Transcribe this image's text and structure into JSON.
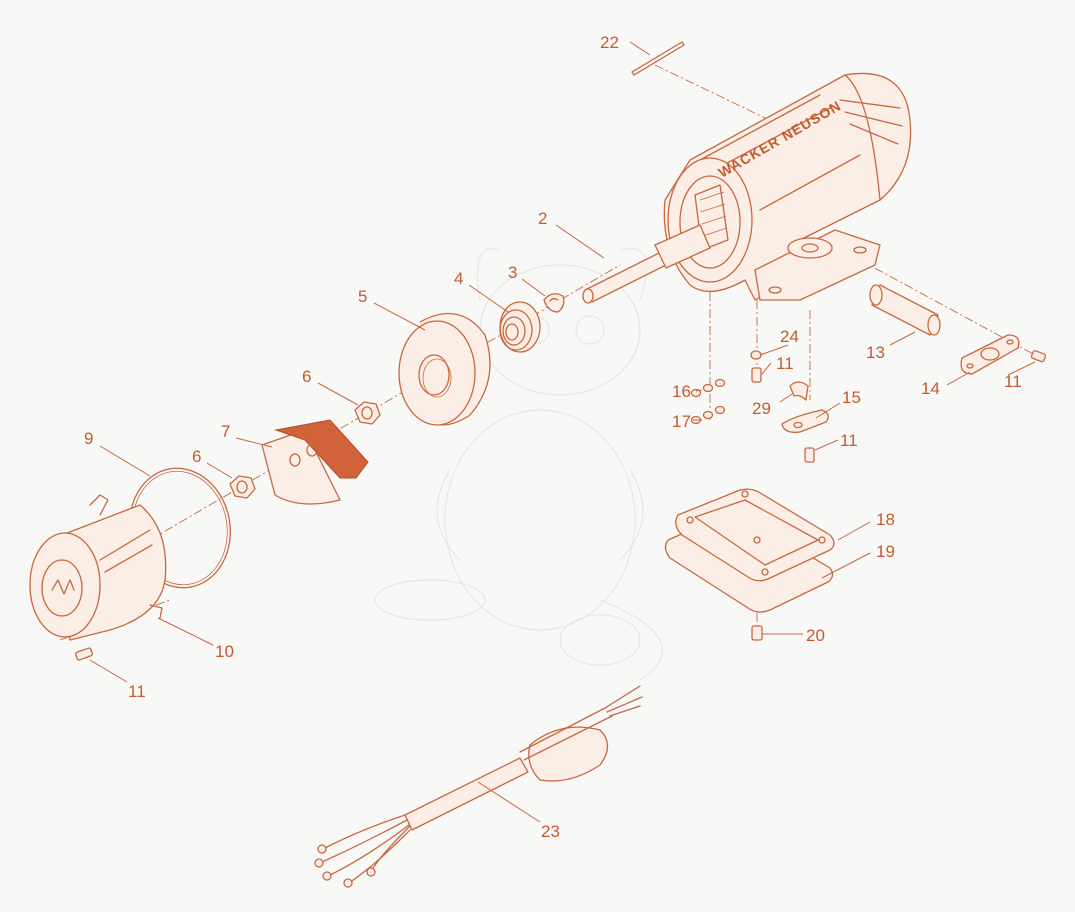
{
  "diagram": {
    "housing_brand_text": "WACKER NEUSON",
    "callouts": [
      {
        "id": "c22",
        "text": "22"
      },
      {
        "id": "c2",
        "text": "2"
      },
      {
        "id": "c3",
        "text": "3"
      },
      {
        "id": "c4",
        "text": "4"
      },
      {
        "id": "c5",
        "text": "5"
      },
      {
        "id": "c6a",
        "text": "6"
      },
      {
        "id": "c6b",
        "text": "6"
      },
      {
        "id": "c7",
        "text": "7"
      },
      {
        "id": "c9",
        "text": "9"
      },
      {
        "id": "c10",
        "text": "10"
      },
      {
        "id": "c11a",
        "text": "11"
      },
      {
        "id": "c11b",
        "text": "11"
      },
      {
        "id": "c11c",
        "text": "11"
      },
      {
        "id": "c11d",
        "text": "11"
      },
      {
        "id": "c13",
        "text": "13"
      },
      {
        "id": "c14",
        "text": "14"
      },
      {
        "id": "c15",
        "text": "15"
      },
      {
        "id": "c16",
        "text": "16"
      },
      {
        "id": "c17",
        "text": "17"
      },
      {
        "id": "c18",
        "text": "18"
      },
      {
        "id": "c19",
        "text": "19"
      },
      {
        "id": "c20",
        "text": "20"
      },
      {
        "id": "c23",
        "text": "23"
      },
      {
        "id": "c24",
        "text": "24"
      },
      {
        "id": "c29",
        "text": "29"
      }
    ]
  }
}
